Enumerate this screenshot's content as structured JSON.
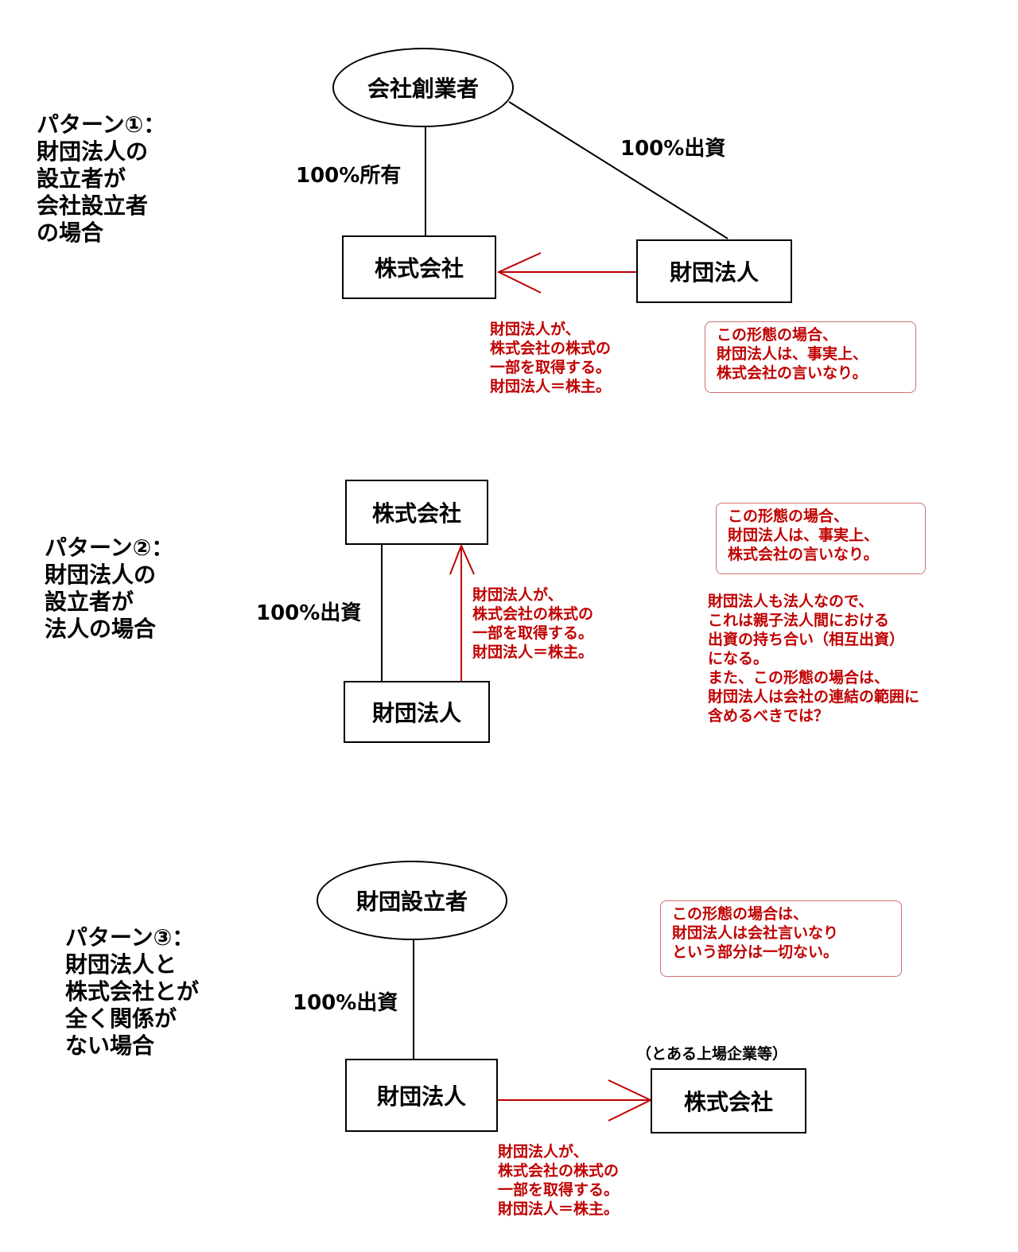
{
  "pattern1": {
    "label": "パターン①：\n財団法人の\n設立者が\n会社設立者\nの場合",
    "founder": "会社創業者",
    "ownership_label": "100%所有",
    "investment_label": "100%出資",
    "company": "株式会社",
    "foundation": "財団法人",
    "arrow_note": "財団法人が、\n株式会社の株式の\n一部を取得する。\n財団法人＝株主。",
    "callout": "この形態の場合、\n財団法人は、事実上、\n株式会社の言いなり。"
  },
  "pattern2": {
    "label": "パターン②：\n財団法人の\n設立者が\n法人の場合",
    "company": "株式会社",
    "foundation": "財団法人",
    "investment_label": "100%出資",
    "arrow_note": "財団法人が、\n株式会社の株式の\n一部を取得する。\n財団法人＝株主。",
    "callout": "この形態の場合、\n財団法人は、事実上、\n株式会社の言いなり。",
    "comment": "財団法人も法人なので、\nこれは親子法人間における\n出資の持ち合い（相互出資）\nになる。\nまた、この形態の場合は、\n財団法人は会社の連結の範囲に\n含めるべきでは？"
  },
  "pattern3": {
    "label": "パターン③：\n財団法人と\n株式会社とが\n全く関係が\nない場合",
    "founder": "財団設立者",
    "investment_label": "100%出資",
    "foundation": "財団法人",
    "company": "株式会社",
    "company_note": "（とある上場企業等）",
    "arrow_note": "財団法人が、\n株式会社の株式の\n一部を取得する。\n財団法人＝株主。",
    "callout": "この形態の場合は、\n財団法人は会社言いなり\nという部分は一切ない。"
  },
  "colors": {
    "arrow": "#c00000",
    "note_text": "#c00000",
    "line": "#000000"
  }
}
